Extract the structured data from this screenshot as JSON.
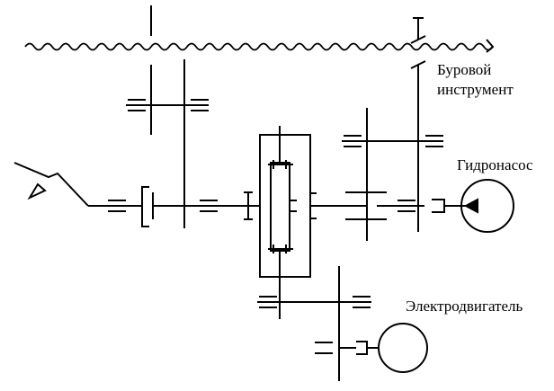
{
  "labels": {
    "drill_tool_line1": "Буровой",
    "drill_tool_line2": "инструмент",
    "hydraulic_pump": "Гидронасос",
    "electric_motor": "Электродвигатель"
  },
  "colors": {
    "stroke": "#000000",
    "background": "#ffffff"
  }
}
